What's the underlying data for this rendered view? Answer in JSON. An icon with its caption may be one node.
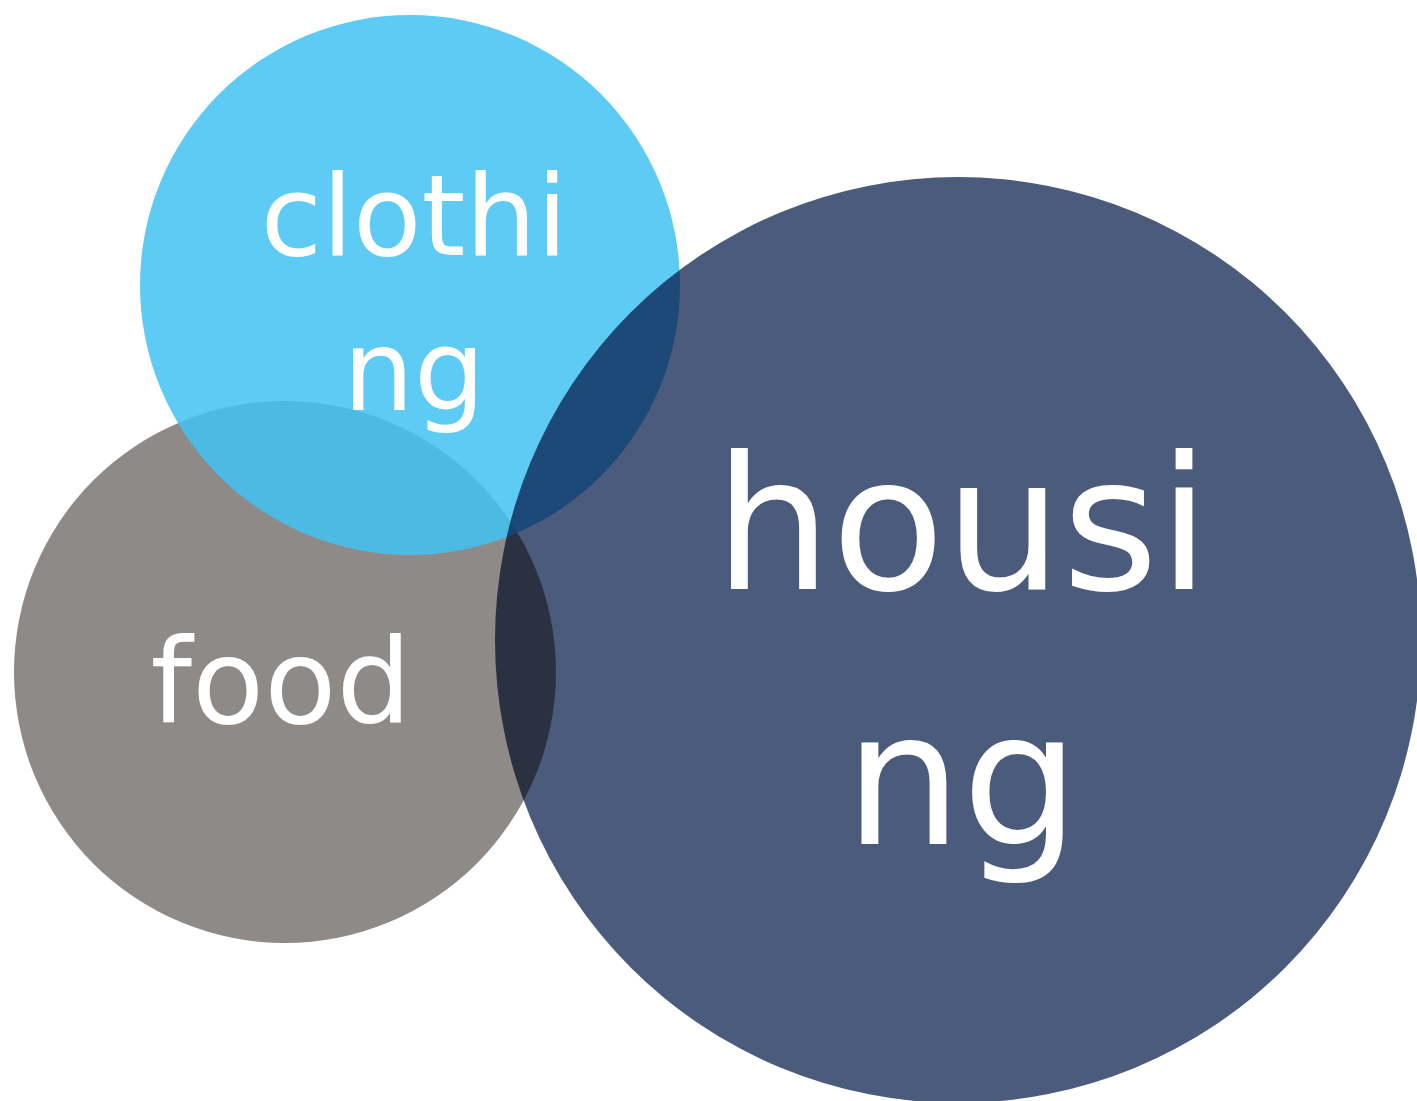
{
  "diagram": {
    "nodes": [
      {
        "text": [
          "food"
        ]
      },
      {
        "text": [
          "clothing"
        ]
      },
      {
        "text": [
          "housing"
        ]
      }
    ]
  }
}
